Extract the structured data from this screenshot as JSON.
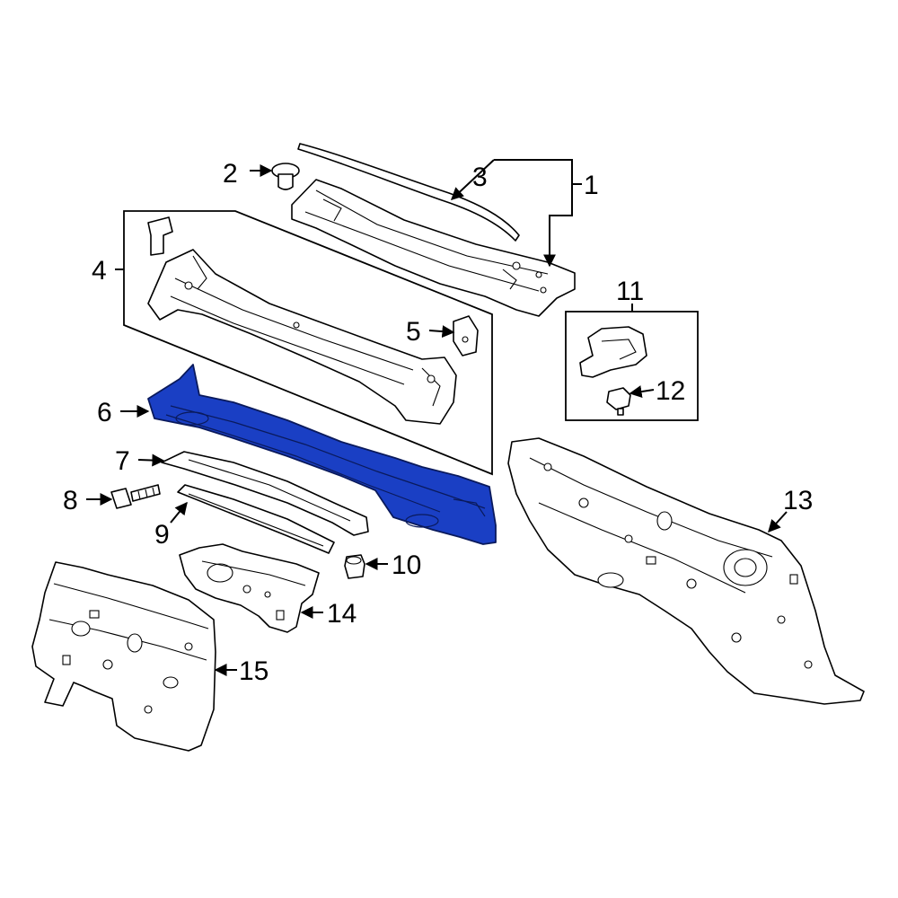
{
  "diagram": {
    "highlight_color": "#1a3fc4",
    "callouts": [
      {
        "id": "1",
        "label": "1"
      },
      {
        "id": "2",
        "label": "2"
      },
      {
        "id": "3",
        "label": "3"
      },
      {
        "id": "4",
        "label": "4"
      },
      {
        "id": "5",
        "label": "5"
      },
      {
        "id": "6",
        "label": "6"
      },
      {
        "id": "7",
        "label": "7"
      },
      {
        "id": "8",
        "label": "8"
      },
      {
        "id": "9",
        "label": "9"
      },
      {
        "id": "10",
        "label": "10"
      },
      {
        "id": "11",
        "label": "11"
      },
      {
        "id": "12",
        "label": "12"
      },
      {
        "id": "13",
        "label": "13"
      },
      {
        "id": "14",
        "label": "14"
      },
      {
        "id": "15",
        "label": "15"
      }
    ]
  }
}
